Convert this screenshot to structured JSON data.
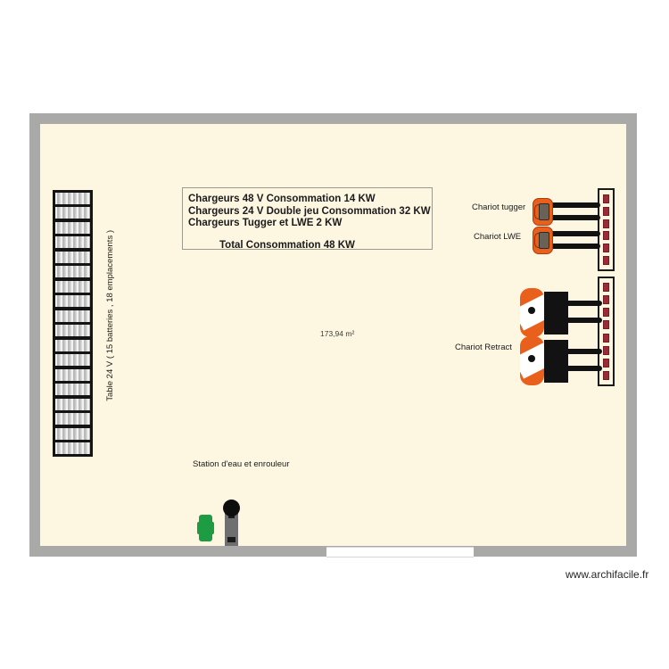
{
  "plan": {
    "area_label": "173,94 m²",
    "watermark": "www.archifacile.fr",
    "info_box": {
      "line1": "Chargeurs 48 V Consommation 14 KW",
      "line2": "Chargeurs 24 V Double jeu Consommation 32 KW",
      "line3": "Chargeurs Tugger et LWE 2 KW",
      "total": "Total Consommation 48 KW"
    },
    "labels": {
      "battery_table": "Table 24 V ( 15 batteries , 18 emplacements )",
      "chariot_tugger": "Chariot tugger",
      "chariot_lwe": "Chariot LWE",
      "chariot_retract": "Chariot Retract",
      "station_eau": "Station d'eau et enrouleur"
    },
    "colors": {
      "wall": "#a9a9a8",
      "interior": "#fdf6e1",
      "vehicle_orange": "#e8601c",
      "shelf_red": "#9c2b33",
      "fork_black": "#121212",
      "reel_green": "#1d9c43"
    },
    "battery_rack": {
      "group_cells": [
        6,
        6,
        6
      ],
      "total_cells": 18
    },
    "shelf_racks": [
      {
        "name": "shelf-rack-top",
        "blocks": 6
      },
      {
        "name": "shelf-rack-bottom",
        "blocks": 8
      }
    ]
  }
}
